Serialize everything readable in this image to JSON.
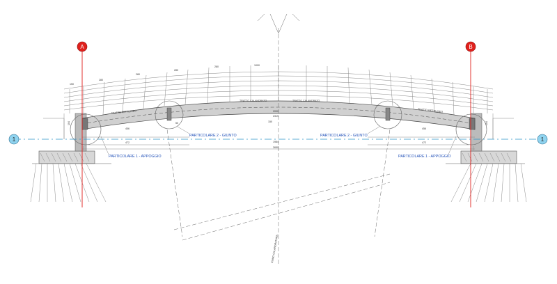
{
  "grid": {
    "row_label": "1",
    "col_left": "A",
    "col_right": "B"
  },
  "callouts": {
    "support_left": "PARTICOLARE 1 - APPOGGIO",
    "support_right": "PARTICOLARE 1 - APPOGGIO",
    "joint_left": "PARTICOLARE 2 - GIUNTO",
    "joint_right": "PARTICOLARE 2 - GIUNTO"
  },
  "labels": {
    "segment_left": "TRATTO RETTILINEO",
    "segment_right": "TRATTO RETTILINEO",
    "arc_left": "TRATTO CALANDRATO",
    "arc_right": "TRATTO CALANDRATO",
    "slope_note": "PIANO CALANDRATURA"
  },
  "dimensions": {
    "top_left_1": "150",
    "top_left_2": "280",
    "top_left_3": "280",
    "top_left_4": "280",
    "top_mid": "280",
    "top_right_1": "1000",
    "d_456_l": "456",
    "d_456_r": "456",
    "d_472_l": "472",
    "d_472_r": "472",
    "d_1984": "1984",
    "d_2650": "2650",
    "d_2000": "2000",
    "d_2319": "2319",
    "d_150": "150",
    "d_104_l": "104",
    "d_104_r": "104",
    "d_50": "50"
  },
  "colors": {
    "grid_red": "#e0201c",
    "grid_blue": "#8fd3ef",
    "axis_blue": "#2a93c9",
    "text_blue": "#1f4fb8"
  }
}
